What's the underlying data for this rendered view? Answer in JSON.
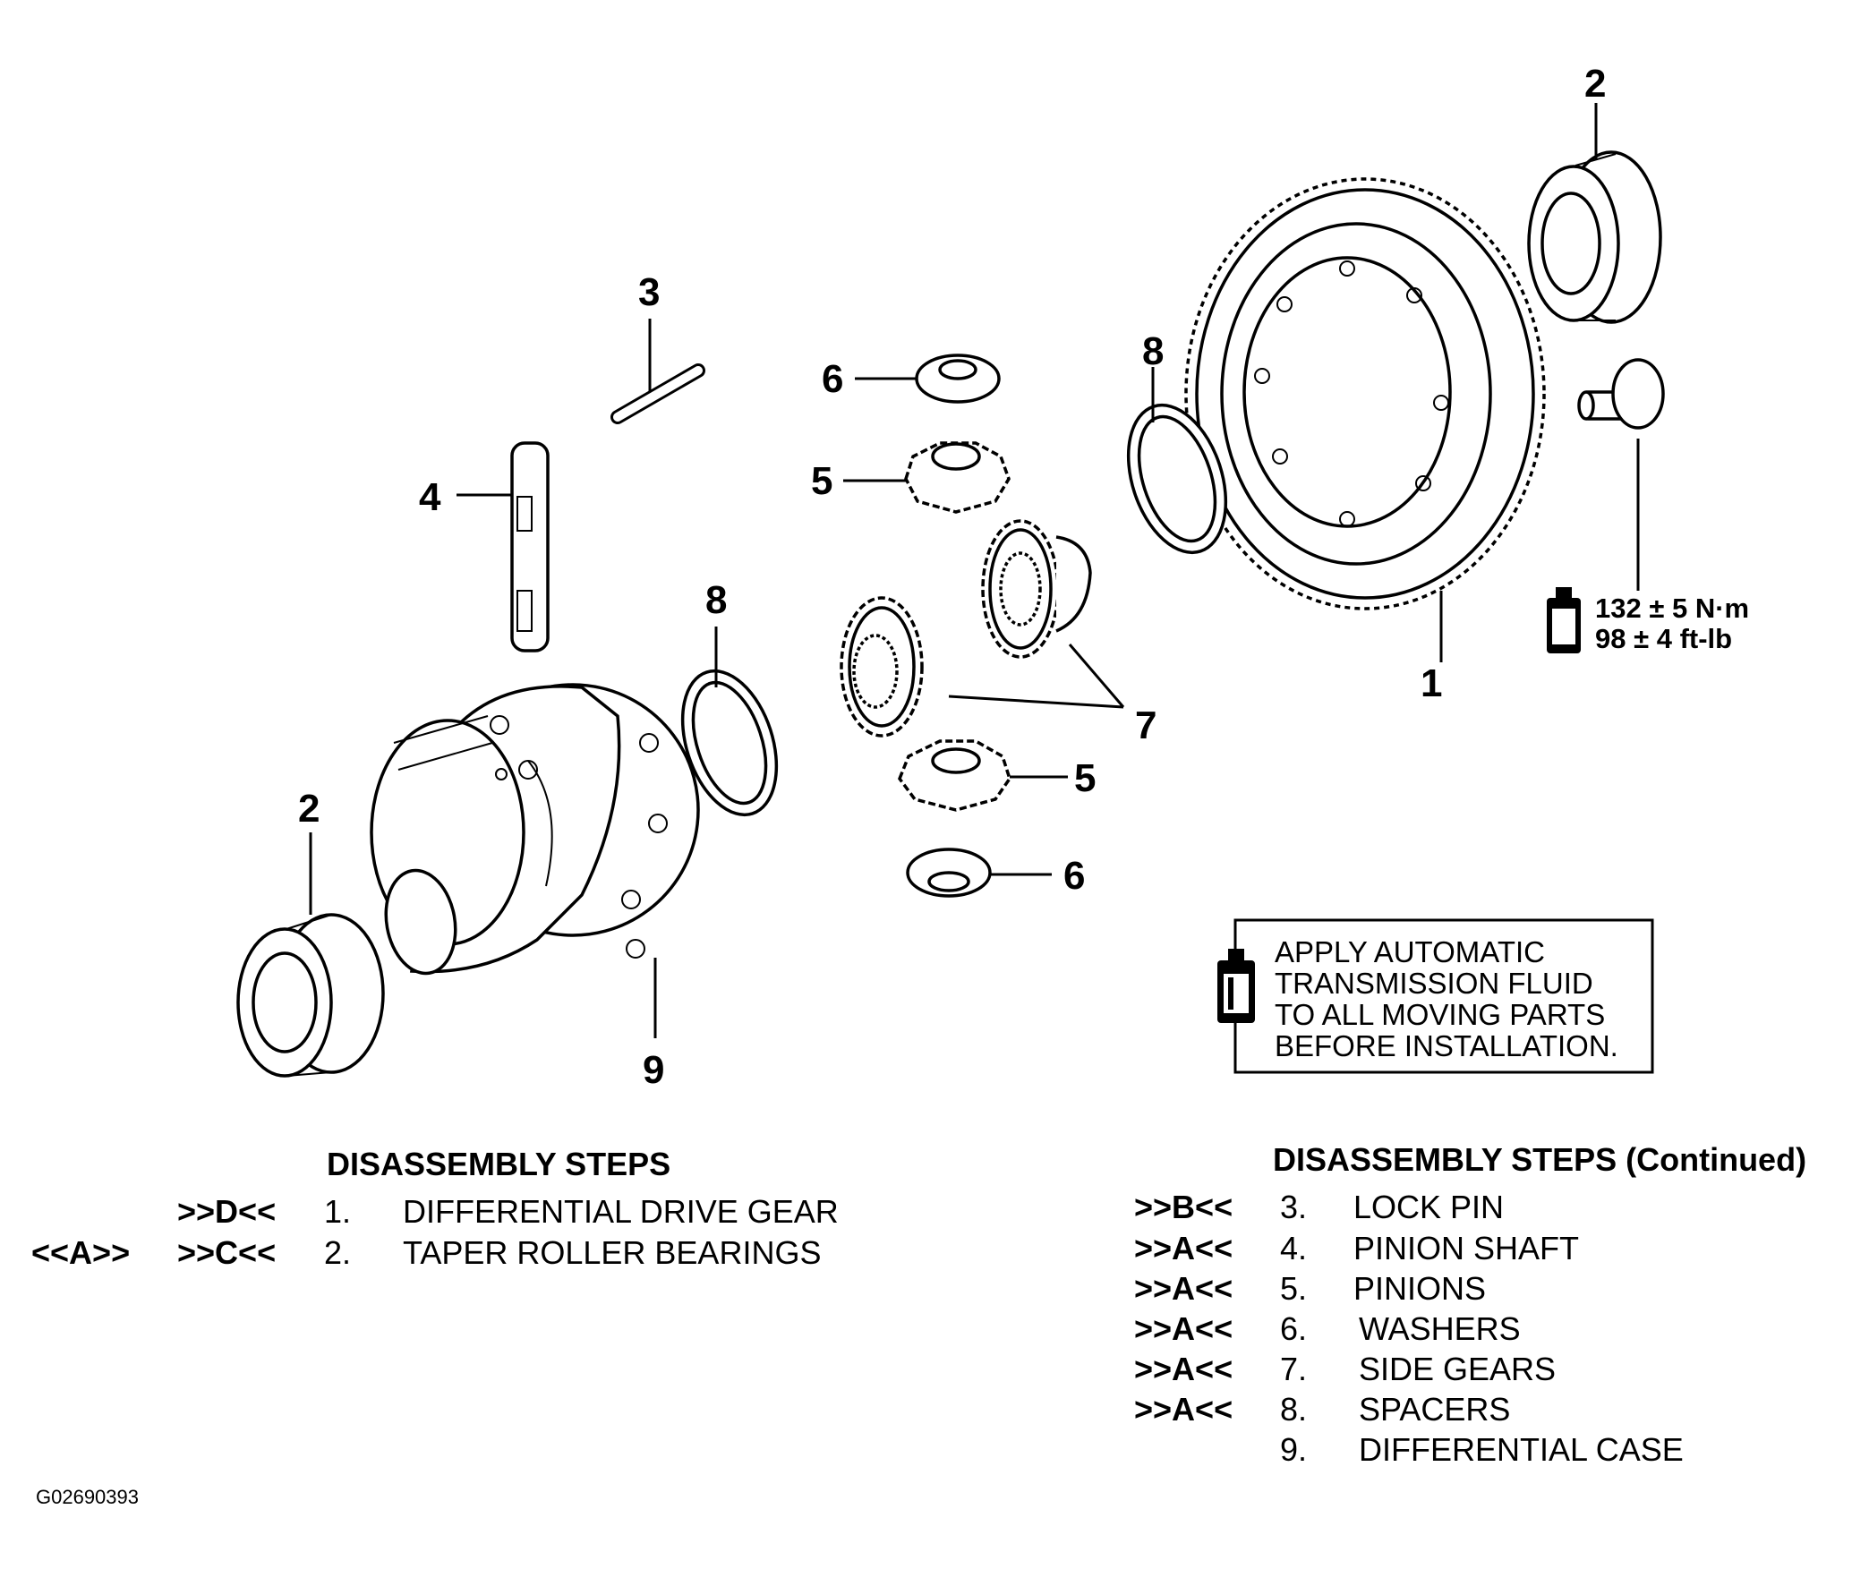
{
  "callouts": {
    "c1": "1",
    "c2_top": "2",
    "c2_left": "2",
    "c3": "3",
    "c4": "4",
    "c5_top": "5",
    "c5_bottom": "5",
    "c6_top": "6",
    "c6_bottom": "6",
    "c7": "7",
    "c8_left": "8",
    "c8_right": "8",
    "c9": "9"
  },
  "torque": {
    "metric": "132 ± 5 N·m",
    "imperial": "98 ± 4 ft-lb"
  },
  "note": {
    "line1": "APPLY AUTOMATIC",
    "line2": "TRANSMISSION FLUID",
    "line3": "TO ALL MOVING PARTS",
    "line4": "BEFORE INSTALLATION."
  },
  "steps_left": {
    "heading": "DISASSEMBLY STEPS",
    "rows": [
      {
        "pre": "",
        "code": ">>D<<",
        "num": "1.",
        "label": "DIFFERENTIAL DRIVE GEAR"
      },
      {
        "pre": "<<A>>",
        "code": ">>C<<",
        "num": "2.",
        "label": "TAPER ROLLER BEARINGS"
      }
    ]
  },
  "steps_right": {
    "heading": "DISASSEMBLY STEPS (Continued)",
    "rows": [
      {
        "code": ">>B<<",
        "num": "3.",
        "label": "LOCK PIN"
      },
      {
        "code": ">>A<<",
        "num": "4.",
        "label": "PINION SHAFT"
      },
      {
        "code": ">>A<<",
        "num": "5.",
        "label": "PINIONS"
      },
      {
        "code": ">>A<<",
        "num": "6.",
        "label": "WASHERS"
      },
      {
        "code": ">>A<<",
        "num": "7.",
        "label": "SIDE GEARS"
      },
      {
        "code": ">>A<<",
        "num": "8.",
        "label": "SPACERS"
      },
      {
        "code": "",
        "num": "9.",
        "label": "DIFFERENTIAL CASE"
      }
    ]
  },
  "figure_id": "G02690393",
  "icons": [
    "fluid-bottle-icon",
    "torque-bottle-icon"
  ]
}
